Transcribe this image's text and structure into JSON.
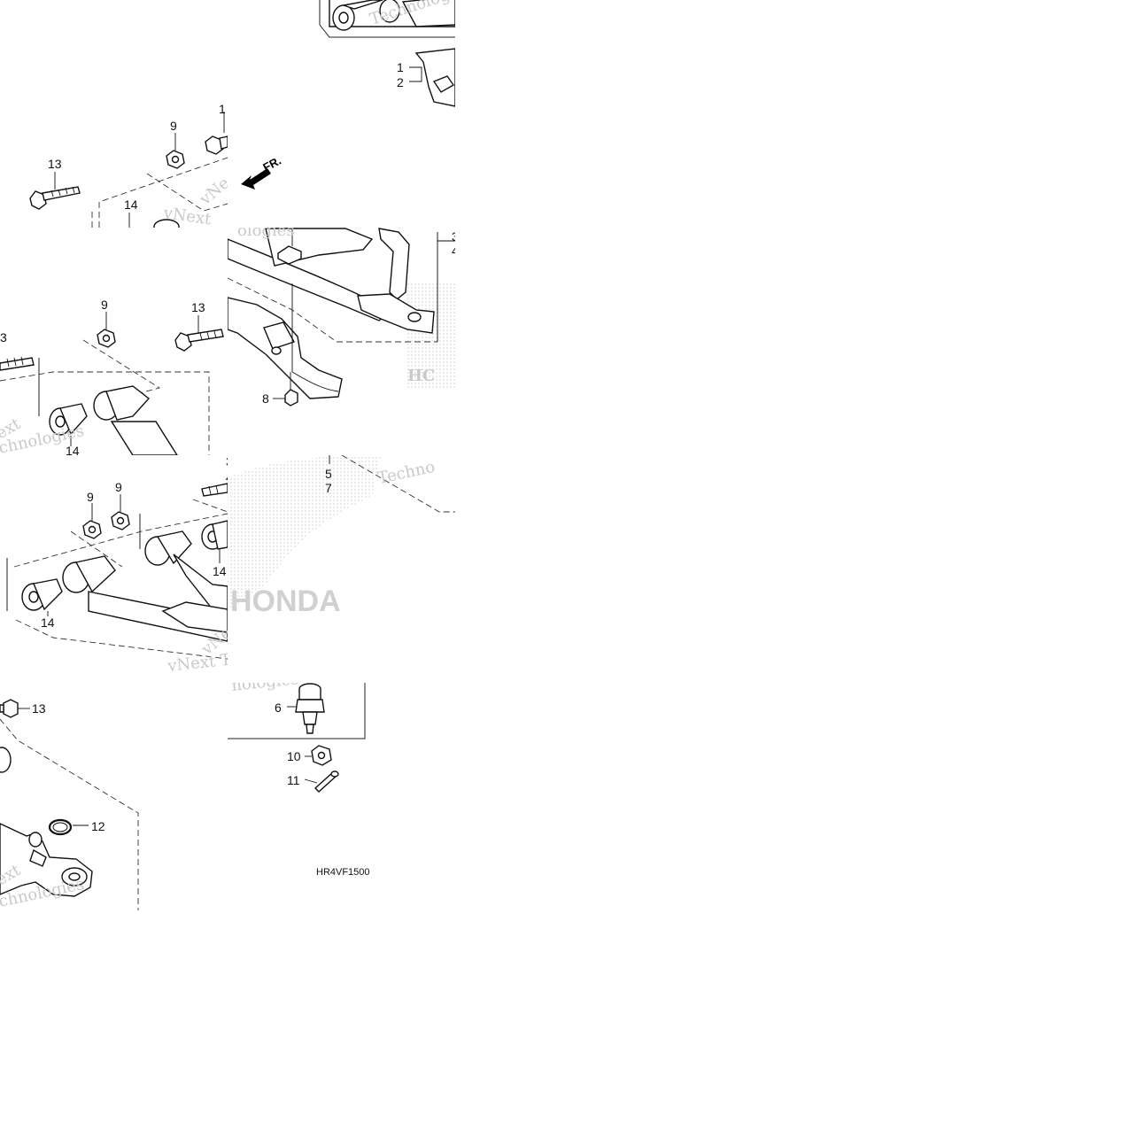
{
  "diagram_code": "HR4VF1500",
  "direction_label": "FR.",
  "watermarks": [
    "vNext",
    "Technologies"
  ],
  "logo_text": "HONDA",
  "tiles": {
    "t1": {
      "callouts": [
        "1",
        "2"
      ]
    },
    "t2": {
      "callouts": [
        "9",
        "13",
        "14"
      ],
      "partial_label": "1"
    },
    "t3": {
      "callouts": [
        "8"
      ],
      "partial_labels": [
        "3",
        "4"
      ],
      "partial_text": "ologies"
    },
    "t4": {
      "callouts": [
        "9",
        "13",
        "14"
      ],
      "partial_label": "3"
    },
    "t5": {
      "callouts": [
        "5",
        "7"
      ]
    },
    "t6": {
      "callouts": [
        "9",
        "9",
        "14",
        "14"
      ],
      "partial_labels": [
        "3",
        "4"
      ]
    },
    "t7": {
      "callouts": [
        "6",
        "10",
        "11"
      ]
    },
    "t8": {
      "callouts": [
        "13",
        "12"
      ]
    }
  }
}
